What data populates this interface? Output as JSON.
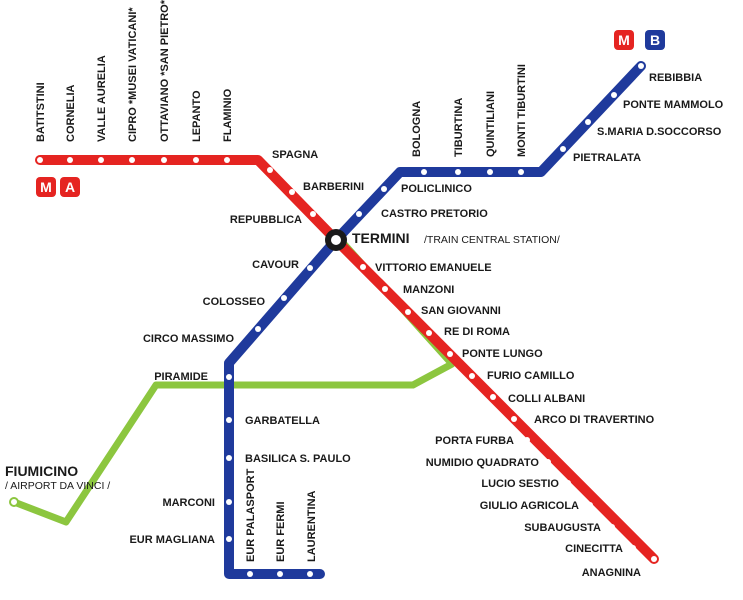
{
  "colors": {
    "line_a": "#e52421",
    "line_b": "#1f3a9c",
    "line_c": "#8cc63f",
    "station": "#ffffff",
    "text": "#1a1a1a"
  },
  "badges": {
    "metro": "M",
    "line_a": "A",
    "line_b": "B"
  },
  "line_a_stations": [
    "BATITSTINI",
    "CORNELIA",
    "VALLE AURELIA",
    "CIPRO *MUSEI VATICANI*",
    "OTTAVIANO *SAN PIETRO*",
    "LEPANTO",
    "FLAMINIO",
    "SPAGNA",
    "BARBERINI",
    "REPUBBLICA",
    "VITTORIO EMANUELE",
    "MANZONI",
    "SAN GIOVANNI",
    "RE DI ROMA",
    "PONTE LUNGO",
    "FURIO CAMILLO",
    "COLLI ALBANI",
    "ARCO DI TRAVERTINO",
    "PORTA FURBA",
    "NUMIDIO QUADRATO",
    "LUCIO SESTIO",
    "GIULIO AGRICOLA",
    "SUBAUGUSTA",
    "CINECITTA",
    "ANAGNINA"
  ],
  "line_b_stations": [
    "REBIBBIA",
    "PONTE MAMMOLO",
    "S.MARIA D.SOCCORSO",
    "PIETRALATA",
    "MONTI TIBURTINI",
    "QUINTILIANI",
    "TIBURTINA",
    "BOLOGNA",
    "POLICLINICO",
    "CASTRO PRETORIO",
    "CAVOUR",
    "COLOSSEO",
    "CIRCO MASSIMO",
    "PIRAMIDE",
    "GARBATELLA",
    "BASILICA S. PAULO",
    "MARCONI",
    "EUR MAGLIANA",
    "EUR PALASPORT",
    "EUR FERMI",
    "LAURENTINA"
  ],
  "interchange": {
    "name": "TERMINI",
    "note": "/TRAIN CENTRAL STATION/"
  },
  "airport": {
    "name": "FIUMICINO",
    "note": "/ AIRPORT DA VINCI /"
  }
}
